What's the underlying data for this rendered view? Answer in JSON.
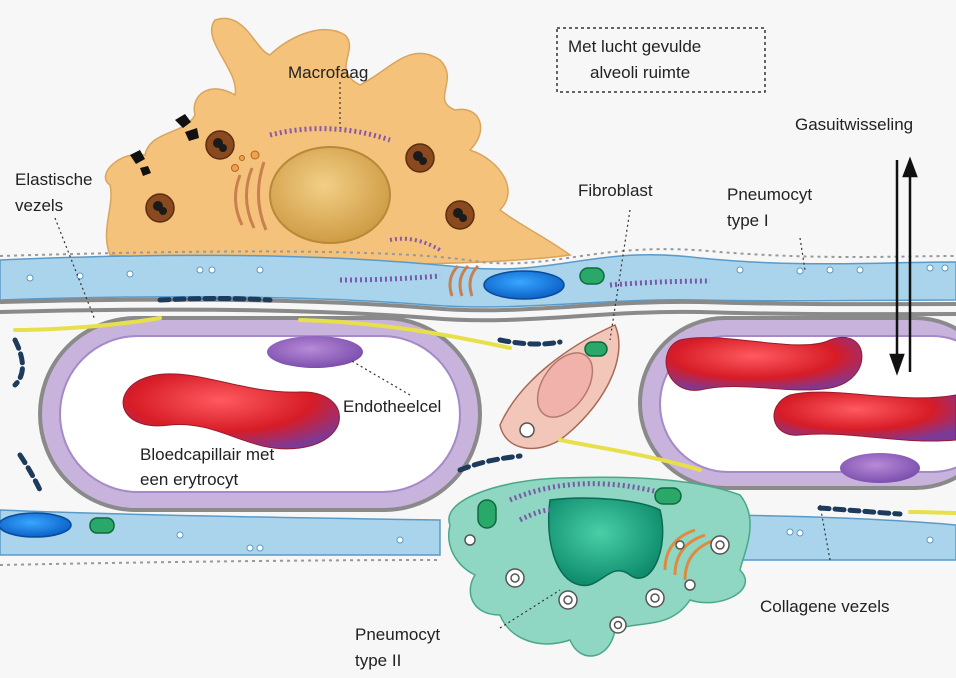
{
  "labels": {
    "macrofaag": "Macrofaag",
    "alveoli_line1": "Met lucht gevulde",
    "alveoli_line2": "alveoli ruimte",
    "gasuitwisseling": "Gasuitwisseling",
    "elastische_line1": "Elastische",
    "elastische_line2": "vezels",
    "fibroblast": "Fibroblast",
    "pneumocyt1_line1": "Pneumocyt",
    "pneumocyt1_line2": "type I",
    "endotheelcel": "Endotheelcel",
    "bloedcap_line1": "Bloedcapillair met",
    "bloedcap_line2": "een erytrocyt",
    "collagene": "Collagene vezels",
    "pneumocyt2_line1": "Pneumocyt",
    "pneumocyt2_line2": "type II"
  },
  "colors": {
    "macrophage": "#f4c27a",
    "macrophage_nucleus": "#e0b35c",
    "pneumocyte_I": "#a9d4ec",
    "capillary_wall": "#c7b3dc",
    "erythrocyte": "#e0202a",
    "pneumocyte_II": "#8fd6c3",
    "pneumocyte_II_nucleus": "#1fae8c",
    "fibroblast": "#f2c7b9",
    "elastic_fiber": "#e8e04a",
    "collagen_fiber": "#1d3b5a",
    "membrane": "#8a8a8a"
  }
}
